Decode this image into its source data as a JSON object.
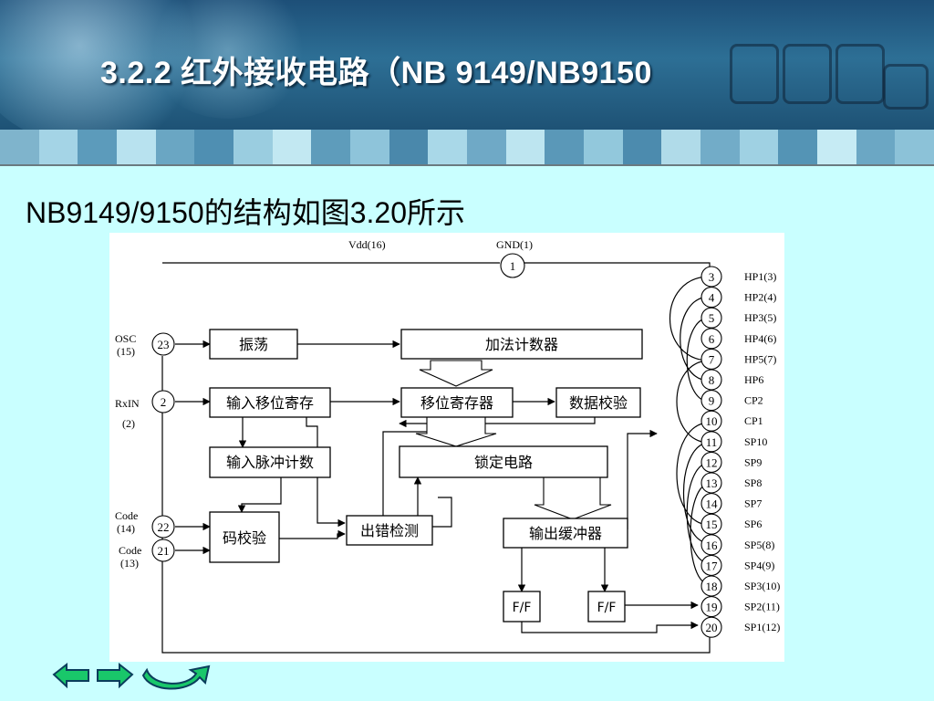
{
  "slide": {
    "title": "3.2.2  红外接收电路（NB 9149/NB9150",
    "subtitle": "NB9149/9150的结构如图3.20所示"
  },
  "diagram": {
    "top_labels": {
      "vdd": "Vdd(16)",
      "gnd": "GND(1)"
    },
    "gnd_pin": "1",
    "left_pins": {
      "osc_label_1": "OSC",
      "osc_label_2": "(15)",
      "osc_pin": "23",
      "rxin_label_1": "RxIN",
      "rxin_label_2": "(2)",
      "rxin_pin": "2",
      "code1_label_1": "Code",
      "code1_label_2": "(14)",
      "code1_pin": "22",
      "code2_label_1": "Code",
      "code2_label_2": "(13)",
      "code2_pin": "21"
    },
    "blocks": {
      "oscillator": "振荡",
      "adder_counter": "加法计数器",
      "input_shift_register": "输入移位寄存",
      "shift_register": "移位寄存器",
      "data_check": "数据校验",
      "input_pulse_counter": "输入脉冲计数",
      "latch": "锁定电路",
      "code_check": "码校验",
      "error_detect": "出错检测",
      "output_buffer": "输出缓冲器",
      "ff1": "F/F",
      "ff2": "F/F"
    },
    "right_pins": [
      {
        "pin": "3",
        "label": "HP1(3)"
      },
      {
        "pin": "4",
        "label": "HP2(4)"
      },
      {
        "pin": "5",
        "label": "HP3(5)"
      },
      {
        "pin": "6",
        "label": "HP4(6)"
      },
      {
        "pin": "7",
        "label": "HP5(7)"
      },
      {
        "pin": "8",
        "label": "HP6"
      },
      {
        "pin": "9",
        "label": "CP2"
      },
      {
        "pin": "10",
        "label": "CP1"
      },
      {
        "pin": "11",
        "label": "SP10"
      },
      {
        "pin": "12",
        "label": "SP9"
      },
      {
        "pin": "13",
        "label": "SP8"
      },
      {
        "pin": "14",
        "label": "SP7"
      },
      {
        "pin": "15",
        "label": "SP6"
      },
      {
        "pin": "16",
        "label": "SP5(8)"
      },
      {
        "pin": "17",
        "label": "SP4(9)"
      },
      {
        "pin": "18",
        "label": "SP3(10)"
      },
      {
        "pin": "19",
        "label": "SP2(11)"
      },
      {
        "pin": "20",
        "label": "SP1(12)"
      }
    ]
  },
  "nav": {
    "back": "back-arrow-icon",
    "forward": "forward-arrow-icon",
    "return": "return-arrow-icon"
  },
  "colors": {
    "background": "#c9ffff",
    "title": "#ffffff",
    "header": "#1e5275",
    "diagram_bg": "#ffffff"
  }
}
